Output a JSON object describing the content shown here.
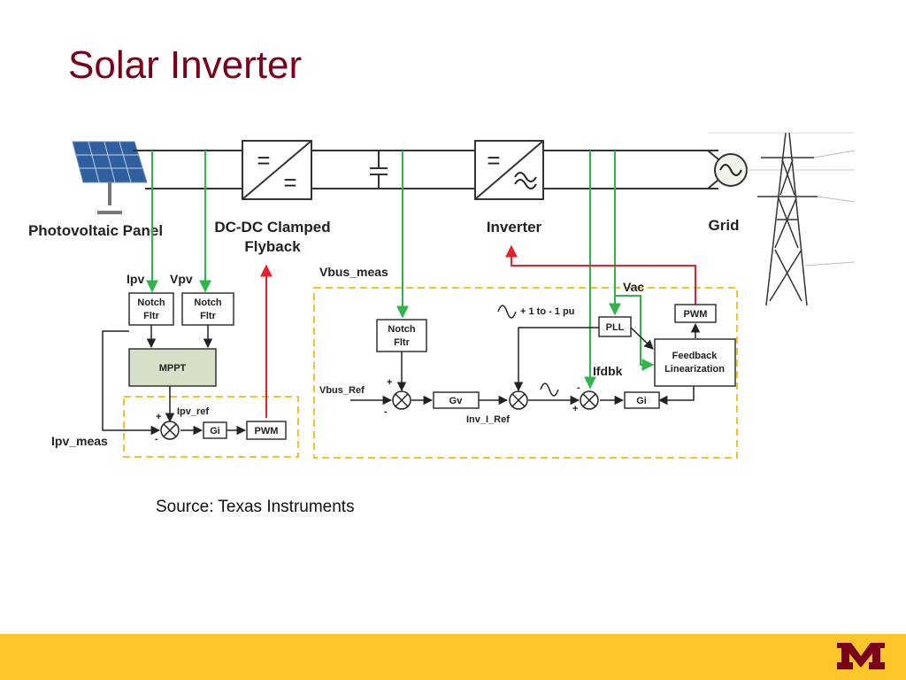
{
  "slide": {
    "title": "Solar Inverter",
    "source": "Source: Texas Instruments"
  },
  "diagram": {
    "stages": {
      "pv": "Photovoltaic Panel",
      "dcdc_line1": "DC-DC Clamped",
      "dcdc_line2": "Flyback",
      "inverter": "Inverter",
      "grid": "Grid"
    },
    "signals": {
      "ipv": "Ipv",
      "vpv": "Vpv",
      "vbus_meas": "Vbus_meas",
      "vac": "Vac",
      "ifdbk": "Ifdbk",
      "ipv_ref": "Ipv_ref",
      "ipv_meas": "Ipv_meas",
      "vbus_ref": "Vbus_Ref",
      "inv_i_ref": "Inv_I_Ref",
      "range": "+ 1 to - 1 pu"
    },
    "blocks": {
      "notch": "Notch",
      "fltr": "Fltr",
      "mppt": "MPPT",
      "gi": "Gi",
      "gv": "Gv",
      "pwm": "PWM",
      "pll": "PLL",
      "feedback": "Feedback",
      "linearization": "Linearization"
    },
    "signs": {
      "plus": "+",
      "minus": "-"
    }
  },
  "colors": {
    "title": "#7a0019",
    "footer": "#fdc62a",
    "signal_green": "#2fb54a",
    "signal_red": "#e8202a",
    "dashed_box": "#f2c12e",
    "mppt_fill": "#d6e0c8"
  }
}
